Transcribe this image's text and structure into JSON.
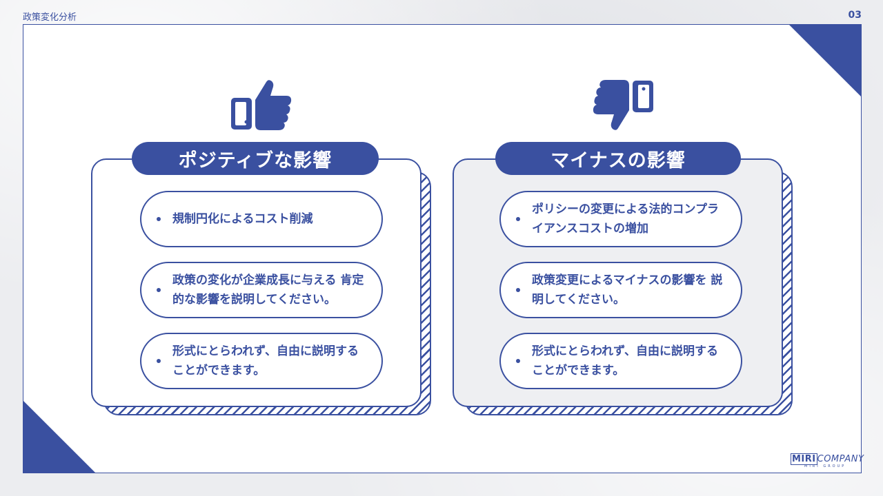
{
  "header": {
    "title": "政策変化分析",
    "page_number": "03"
  },
  "positive": {
    "title": "ポジティブな影響",
    "icon": "thumbs-up-icon",
    "items": [
      "規制円化によるコスト削減",
      "政策の変化が企業成長に与える 肯定的な影響を説明してください。",
      "形式にとらわれず、自由に説明することができます。"
    ]
  },
  "negative": {
    "title": "マイナスの影響",
    "icon": "thumbs-down-icon",
    "items": [
      "ポリシーの変更による法的コンプライアンスコストの増加",
      "政策変更によるマイナスの影響を 説明してください。",
      "形式にとらわれず、自由に説明することができます。"
    ]
  },
  "logo": {
    "prefix": "MIRI",
    "main": "COMPANY",
    "sub": "MIRI GROUP"
  },
  "colors": {
    "accent": "#3a50a0",
    "card_negative_bg": "#eeeff2",
    "background": "#ecedf0"
  }
}
